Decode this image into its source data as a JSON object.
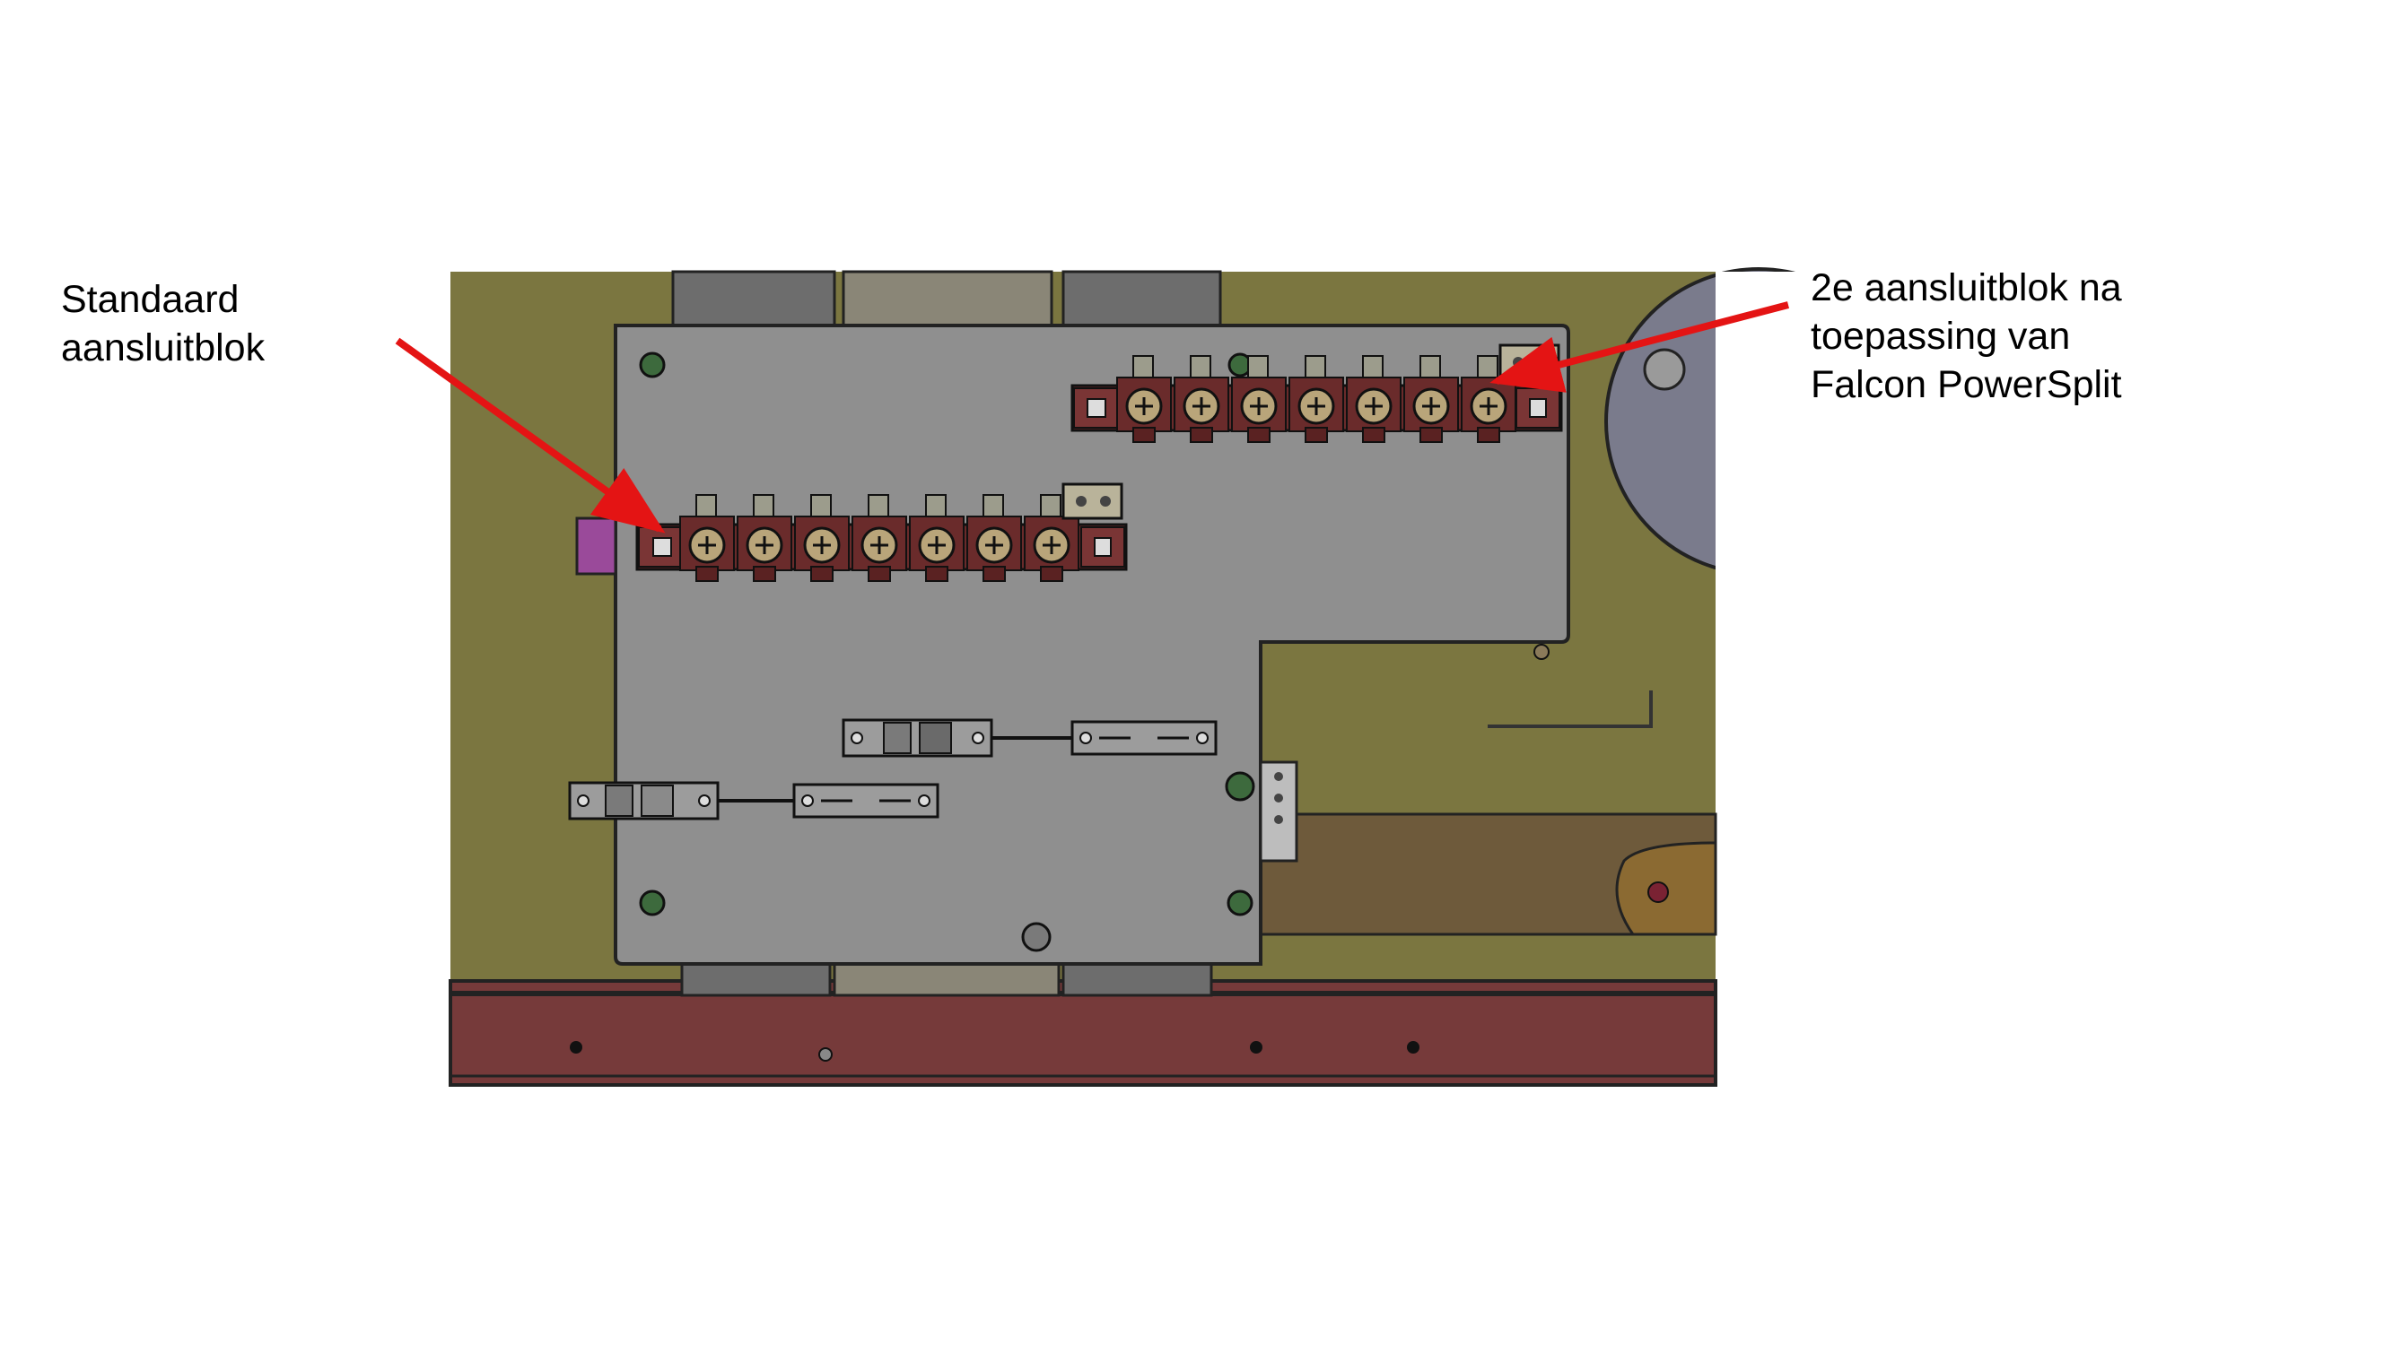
{
  "annotations": {
    "standard_block": {
      "lines": [
        "Standaard",
        "aansluitblok"
      ]
    },
    "second_block": {
      "lines": [
        "2e aansluitblok na",
        "toepassing van",
        "Falcon PowerSplit"
      ]
    }
  },
  "colors": {
    "background": "#ffffff",
    "olive_panel": "#7b7640",
    "plate_grey": "#8f8f8f",
    "frame_rail": "#763a3a",
    "terminal_brown": "#6a2b2b",
    "screw_tan": "#b9a57a",
    "wood_board": "#6e5a3b",
    "arrow_red": "#e41414"
  }
}
